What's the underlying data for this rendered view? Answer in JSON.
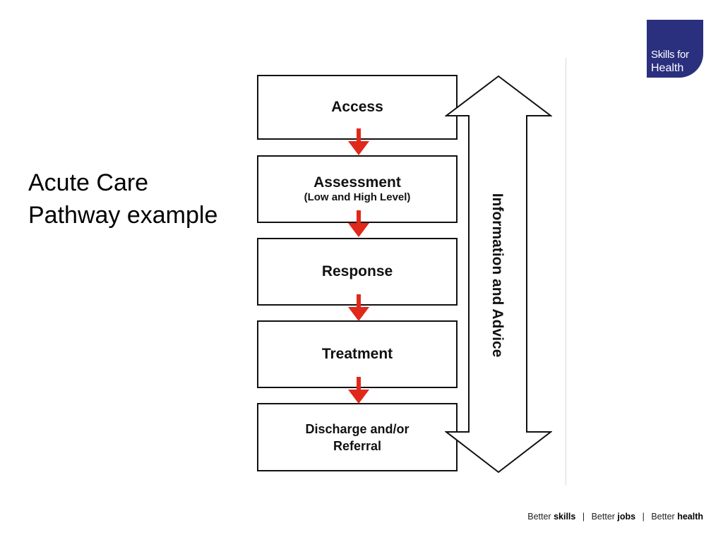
{
  "logo": {
    "line1": "Skills for",
    "line2": "Health",
    "color": "#2a2f7e"
  },
  "title": "Acute Care\nPathway example",
  "steps": [
    {
      "main": "Access",
      "sub": ""
    },
    {
      "main": "Assessment",
      "sub": "(Low and High Level)"
    },
    {
      "main": "Response",
      "sub": ""
    },
    {
      "main": "Treatment",
      "sub": ""
    },
    {
      "main": "Discharge and/or\nReferral",
      "sub": ""
    }
  ],
  "side_label": "Information and Advice",
  "arrow_color": "#e0281b",
  "footer": {
    "p1_prefix": "Better",
    "p1_bold": "skills",
    "p2_prefix": "Better",
    "p2_bold": "jobs",
    "p3_prefix": "Better",
    "p3_bold": "health",
    "separator": "|"
  }
}
